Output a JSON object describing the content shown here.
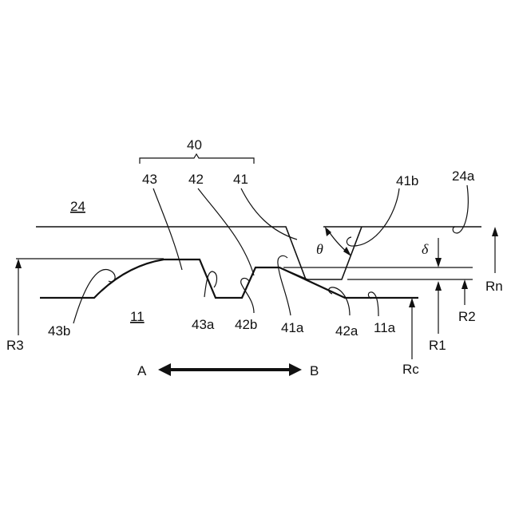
{
  "labels": {
    "ref_24": "24",
    "ref_11": "11",
    "ref_40": "40",
    "ref_43": "43",
    "ref_42": "42",
    "ref_41": "41",
    "ref_41b": "41b",
    "ref_24a": "24a",
    "ref_theta": "θ",
    "ref_delta": "δ",
    "ref_Rn": "Rn",
    "ref_R2": "R2",
    "ref_R1": "R1",
    "ref_Rc": "Rc",
    "ref_R3": "R3",
    "ref_43b": "43b",
    "ref_43a": "43a",
    "ref_42b": "42b",
    "ref_41a": "41a",
    "ref_42a": "42a",
    "ref_11a": "11a",
    "dir_A": "A",
    "dir_B": "B"
  }
}
